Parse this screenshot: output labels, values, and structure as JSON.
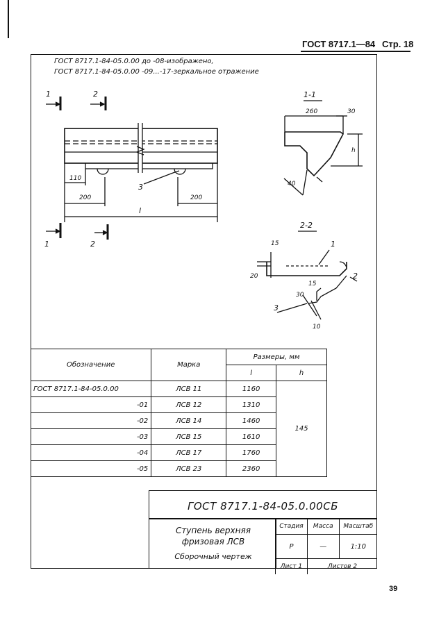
{
  "header": {
    "standard": "ГОСТ 8717.1—84",
    "page_label": "Стр. 18"
  },
  "page_number": "39",
  "notes": {
    "line1": "ГОСТ 8717.1-84-05.0.00 до -08-изображено,",
    "line2": "ГОСТ 8717.1-84-05.0.00 -09...-17-зеркальное отражение"
  },
  "drawing": {
    "section_1_1": "1-1",
    "section_2_2": "2-2",
    "cut_labels": [
      "1",
      "2",
      "1",
      "2"
    ],
    "dims_main": [
      "110",
      "200",
      "200",
      "l",
      "3"
    ],
    "dims_section1": [
      "260",
      "30",
      "h",
      "40"
    ],
    "dims_section2": [
      "15",
      "1",
      "2",
      "20",
      "15",
      "30",
      "3",
      "10"
    ]
  },
  "spec_table": {
    "col_designation": "Обозначение",
    "col_mark": "Марка",
    "col_dims": "Размеры, мм",
    "col_l": "l",
    "col_h": "h",
    "h_value": "145",
    "rows": [
      {
        "designation": "ГОСТ 8717.1-84-05.0.00",
        "mark": "ЛСВ 11",
        "l": "1160"
      },
      {
        "designation": "-01",
        "mark": "ЛСВ 12",
        "l": "1310"
      },
      {
        "designation": "-02",
        "mark": "ЛСВ 14",
        "l": "1460"
      },
      {
        "designation": "-03",
        "mark": "ЛСВ 15",
        "l": "1610"
      },
      {
        "designation": "-04",
        "mark": "ЛСВ 17",
        "l": "1760"
      },
      {
        "designation": "-05",
        "mark": "ЛСВ 23",
        "l": "2360"
      }
    ]
  },
  "title_block": {
    "code": "ГОСТ 8717.1-84-05.0.00СБ",
    "name_line1": "Ступень верхняя",
    "name_line2": "фризовая ЛСВ",
    "doc_type": "Сборочный чертеж",
    "col_stage": "Стадия",
    "col_mass": "Масса",
    "col_scale": "Масштаб",
    "stage_value": "Р",
    "mass_value": "—",
    "scale_value": "1:10",
    "sheet": "Лист 1",
    "sheets": "Листов 2"
  }
}
